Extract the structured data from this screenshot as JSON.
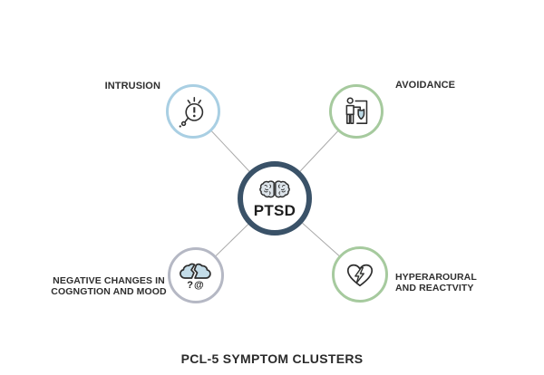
{
  "title": "PCL-5 SYMPTOM CLUSTERS",
  "center": {
    "label": "PTSD",
    "icon": "brain-icon"
  },
  "nodes": [
    {
      "id": "intrusion",
      "label": "INTRUSION",
      "icon": "alert-speech-bubble-icon",
      "ring_color": "#a9cfe3",
      "label_side": "left"
    },
    {
      "id": "avoidance",
      "label": "AVOIDANCE",
      "icon": "person-shield-icon",
      "ring_color": "#a6ca9e",
      "label_side": "right"
    },
    {
      "id": "negative-changes",
      "label": "NEGATIVE CHANGES IN COGNGTION AND MOOD",
      "label_line1": "NEGATIVE CHANGES IN",
      "label_line2": "COGNGTION AND MOOD",
      "icon": "broken-cloud-icon",
      "icon_text": "?@",
      "ring_color": "#b5b8c4",
      "label_side": "left"
    },
    {
      "id": "hyperarousal",
      "label": "HYPERAROURAL AND REACTVITY",
      "label_line1": "HYPERAROURAL",
      "label_line2": "AND REACTVITY",
      "icon": "heart-lightning-icon",
      "ring_color": "#a6ca9e",
      "label_side": "right"
    }
  ],
  "colors": {
    "bg": "#ffffff",
    "ring-blue": "#a9cfe3",
    "ring-green": "#a6ca9e",
    "ring-gray": "#b5b8c4",
    "ring-dark": "#3a5268",
    "connector": "#a9a9a9",
    "label-text": "#2f2f2f",
    "icon-stroke": "#2e2e2e",
    "shield-fill": "#bcd9e6",
    "cloud-fill": "#c3dce8",
    "brain-fill": "#dde4ea"
  }
}
